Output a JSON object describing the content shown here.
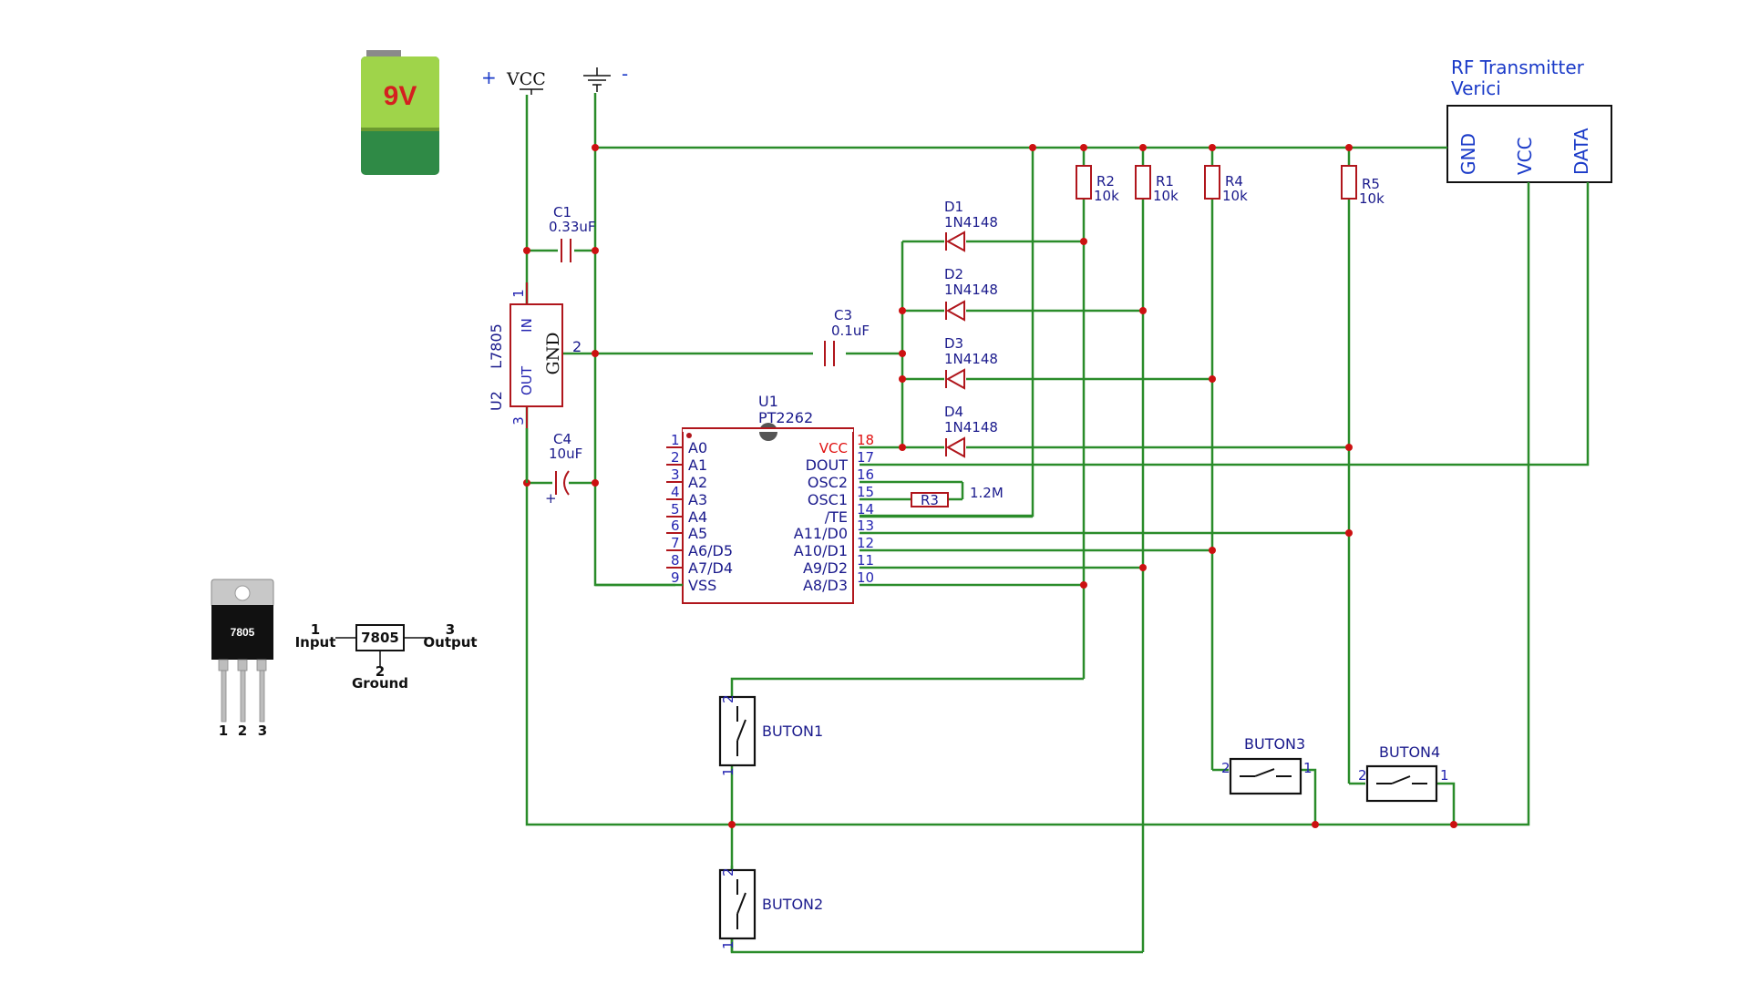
{
  "battery": {
    "label": "9V"
  },
  "supply": {
    "plus": "+",
    "vcc": "VCC",
    "minus": "-"
  },
  "rf_module": {
    "title_line1": "RF Transmitter",
    "title_line2": "Verici",
    "pins": [
      "GND",
      "VCC",
      "DATA"
    ]
  },
  "regulator": {
    "ref": "U2",
    "part": "L7805",
    "pin_in": "IN",
    "pin_out": "OUT",
    "pin_gnd": "GND",
    "pin1": "1",
    "pin2": "2",
    "pin3": "3"
  },
  "capacitors": [
    {
      "ref": "C1",
      "value": "0.33uF"
    },
    {
      "ref": "C3",
      "value": "0.1uF"
    },
    {
      "ref": "C4",
      "value": "10uF"
    }
  ],
  "resistors": [
    {
      "ref": "R2",
      "value": "10k"
    },
    {
      "ref": "R1",
      "value": "10k"
    },
    {
      "ref": "R4",
      "value": "10k"
    },
    {
      "ref": "R5",
      "value": "10k"
    },
    {
      "ref": "R3",
      "value": "1.2M"
    }
  ],
  "diodes": [
    {
      "ref": "D1",
      "value": "1N4148"
    },
    {
      "ref": "D2",
      "value": "1N4148"
    },
    {
      "ref": "D3",
      "value": "1N4148"
    },
    {
      "ref": "D4",
      "value": "1N4148"
    }
  ],
  "ic": {
    "ref": "U1",
    "part": "PT2262",
    "left_pins": [
      {
        "num": "1",
        "name": "A0"
      },
      {
        "num": "2",
        "name": "A1"
      },
      {
        "num": "3",
        "name": "A2"
      },
      {
        "num": "4",
        "name": "A3"
      },
      {
        "num": "5",
        "name": "A4"
      },
      {
        "num": "6",
        "name": "A5"
      },
      {
        "num": "7",
        "name": "A6/D5"
      },
      {
        "num": "8",
        "name": "A7/D4"
      },
      {
        "num": "9",
        "name": "VSS"
      }
    ],
    "right_pins": [
      {
        "num": "18",
        "name": "VCC"
      },
      {
        "num": "17",
        "name": "DOUT"
      },
      {
        "num": "16",
        "name": "OSC2"
      },
      {
        "num": "15",
        "name": "OSC1"
      },
      {
        "num": "14",
        "name": "/TE"
      },
      {
        "num": "13",
        "name": "A11/D0"
      },
      {
        "num": "12",
        "name": "A10/D1"
      },
      {
        "num": "11",
        "name": "A9/D2"
      },
      {
        "num": "10",
        "name": "A8/D3"
      }
    ]
  },
  "buttons": [
    {
      "ref": "BUTON1",
      "pin_a": "2",
      "pin_b": "1"
    },
    {
      "ref": "BUTON2",
      "pin_a": "2",
      "pin_b": "1"
    },
    {
      "ref": "BUTON3",
      "pin_a": "2",
      "pin_b": "1"
    },
    {
      "ref": "BUTON4",
      "pin_a": "2",
      "pin_b": "1"
    }
  ],
  "package": {
    "body_label": "7805",
    "leg_numbers": [
      "1",
      "2",
      "3"
    ],
    "pin1_num": "1",
    "pin1_name": "Input",
    "pin2_num": "2",
    "pin2_name": "Ground",
    "pin3_num": "3",
    "pin3_name": "Output",
    "block_label": "7805"
  }
}
